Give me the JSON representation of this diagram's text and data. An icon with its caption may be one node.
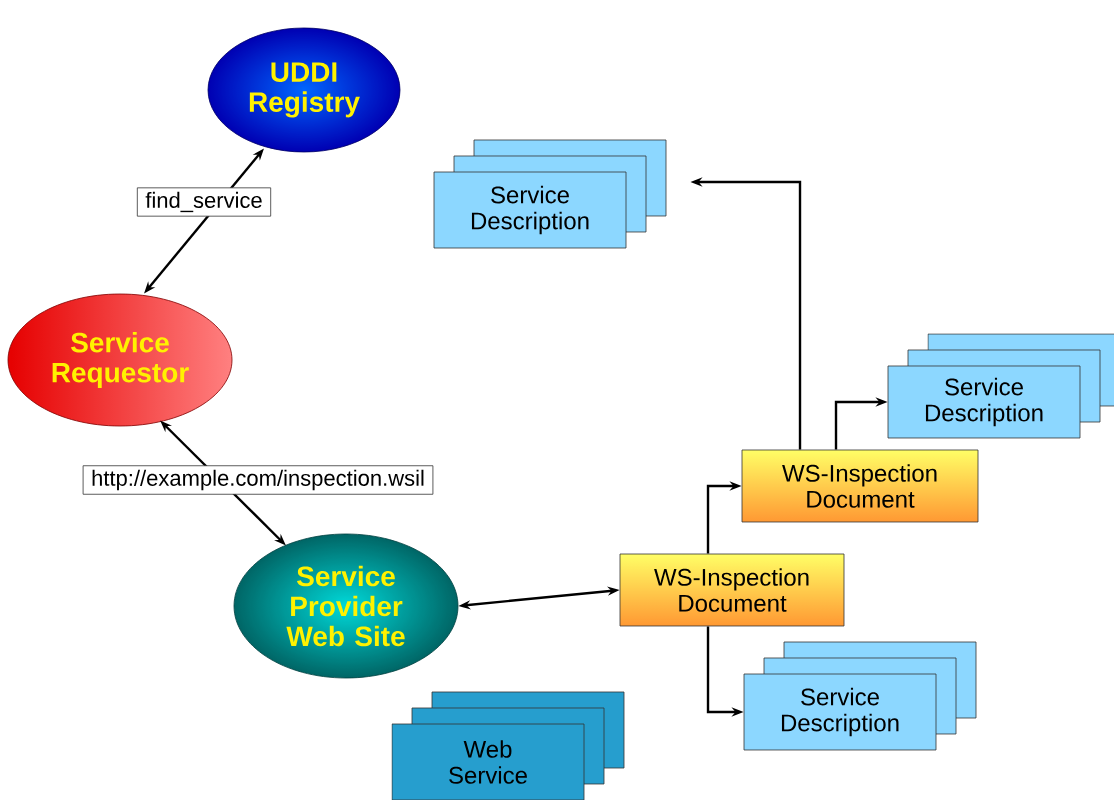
{
  "diagram": {
    "nodes": [
      {
        "text": [
          "UDDI Registry"
        ]
      },
      {
        "text": [
          "Service Requestor"
        ]
      },
      {
        "text": [
          "Service Provider Web Site"
        ]
      },
      {
        "text": [
          "WS-Inspection Document"
        ]
      },
      {
        "text": [
          "WS-Inspection Document"
        ]
      },
      {
        "text": [
          "Service Description"
        ]
      },
      {
        "text": [
          "Service Description"
        ]
      },
      {
        "text": [
          "Service Description"
        ]
      },
      {
        "text": [
          "Web Service"
        ]
      }
    ],
    "edges": [
      {
        "from": 1,
        "to": 0,
        "arrow": "both",
        "label": "find_service"
      },
      {
        "from": 1,
        "to": 2,
        "arrow": "both",
        "label": "http://example.com/inspection.wsil"
      },
      {
        "from": 2,
        "to": 3,
        "arrow": "both"
      },
      {
        "from": 3,
        "to": 4,
        "arrow": "to"
      },
      {
        "from": 3,
        "to": 7,
        "arrow": "to"
      },
      {
        "from": 4,
        "to": 5,
        "arrow": "to"
      },
      {
        "from": 4,
        "to": 6,
        "arrow": "to"
      }
    ]
  }
}
